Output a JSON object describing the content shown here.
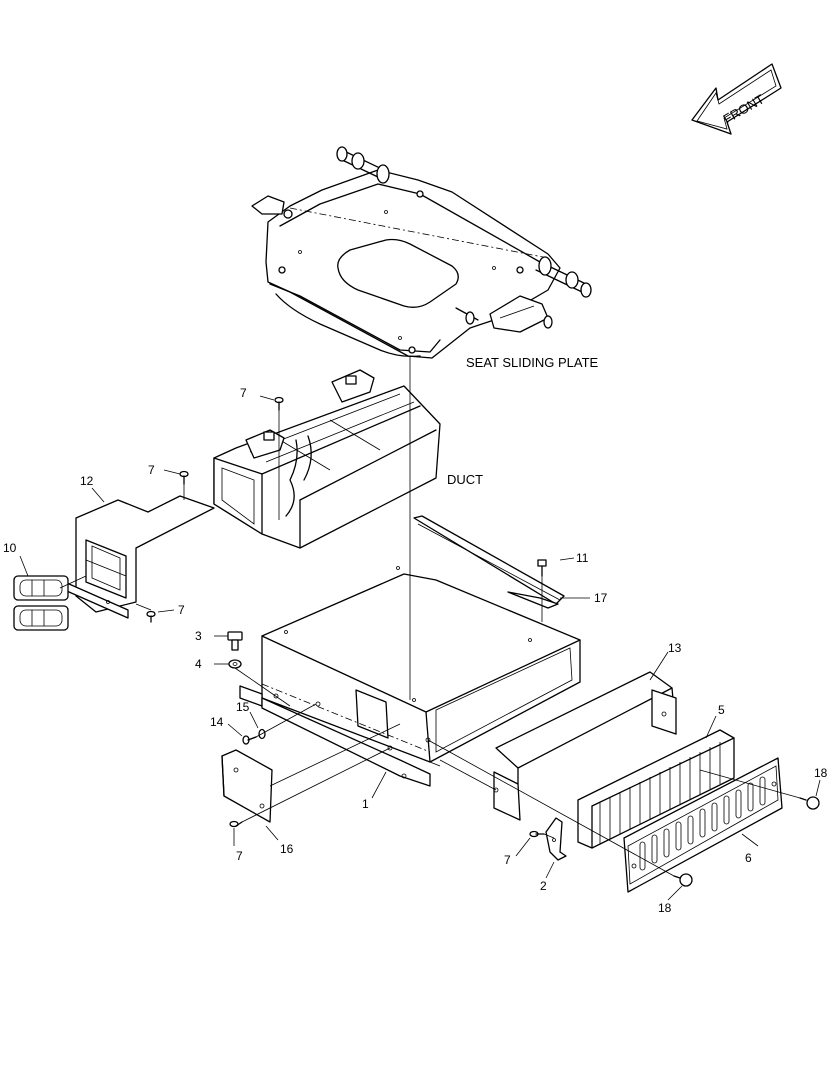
{
  "front_arrow": {
    "label": "FRONT"
  },
  "assembly_labels": {
    "seat_sliding_plate": "SEAT SLIDING PLATE",
    "duct": "DUCT"
  },
  "callouts": [
    {
      "id": "c1",
      "text": "1"
    },
    {
      "id": "c2",
      "text": "2"
    },
    {
      "id": "c3",
      "text": "3"
    },
    {
      "id": "c4",
      "text": "4"
    },
    {
      "id": "c5",
      "text": "5"
    },
    {
      "id": "c6",
      "text": "6"
    },
    {
      "id": "c7a",
      "text": "7"
    },
    {
      "id": "c7b",
      "text": "7"
    },
    {
      "id": "c7c",
      "text": "7"
    },
    {
      "id": "c7d",
      "text": "7"
    },
    {
      "id": "c7e",
      "text": "7"
    },
    {
      "id": "c10",
      "text": "10"
    },
    {
      "id": "c11",
      "text": "11"
    },
    {
      "id": "c12",
      "text": "12"
    },
    {
      "id": "c13",
      "text": "13"
    },
    {
      "id": "c14",
      "text": "14"
    },
    {
      "id": "c15",
      "text": "15"
    },
    {
      "id": "c16",
      "text": "16"
    },
    {
      "id": "c17",
      "text": "17"
    },
    {
      "id": "c18a",
      "text": "18"
    },
    {
      "id": "c18b",
      "text": "18"
    }
  ]
}
